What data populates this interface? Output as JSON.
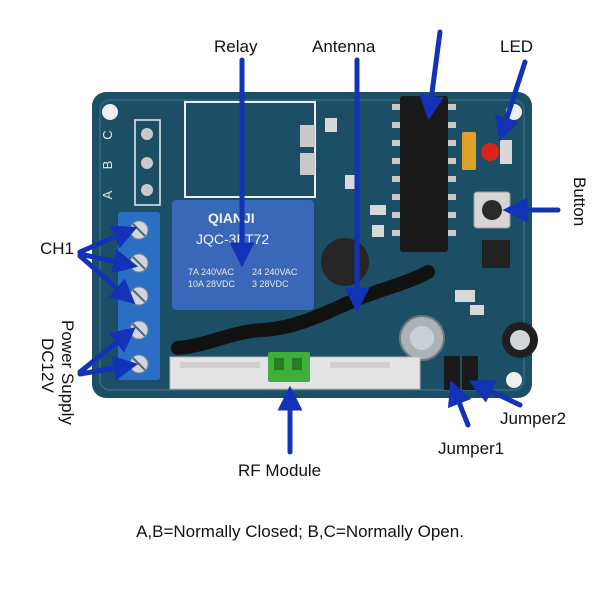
{
  "labels": {
    "relay": "Relay",
    "antenna": "Antenna",
    "led": "LED",
    "button": "Button",
    "ch1": "CH1",
    "power_line1": "Power Supply",
    "power_line2": "DC12V",
    "rf_module": "RF Module",
    "jumper1": "Jumper1",
    "jumper2": "Jumper2"
  },
  "board_marks": {
    "pin_c": "C",
    "pin_b": "B",
    "pin_a": "A",
    "relay_brand": "QIANJI",
    "relay_model": "JQC-3FT72",
    "relay_rating_left_1": "7A 240VAC",
    "relay_rating_left_2": "10A 28VDC",
    "relay_rating_right_1": "24 240VAC",
    "relay_rating_right_2": "3 28VDC"
  },
  "caption": "A,B=Normally Closed; B,C=Normally Open.",
  "colors": {
    "pcb": "#1c4f66",
    "arrow": "#1233b8",
    "terminal": "#2b6fc4",
    "relay": "#3a68b8",
    "chip": "#1a1a1a",
    "jumper_green": "#3fae3a",
    "led_red": "#d8241c"
  }
}
